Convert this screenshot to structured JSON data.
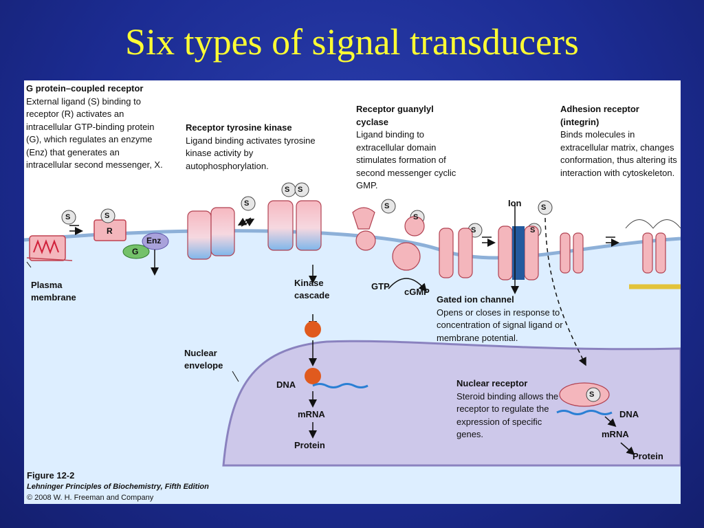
{
  "title": "Six types of signal transducers",
  "gpcr": {
    "heading": "G protein–coupled receptor",
    "body": "External ligand (S) binding to receptor (R) activates an intracellular GTP-binding protein (G), which regulates an enzyme (Enz) that generates an intracellular second messenger, X."
  },
  "rtk": {
    "heading": "Receptor tyrosine kinase",
    "body": "Ligand binding activates tyrosine kinase activity by autophosphorylation."
  },
  "guanylyl": {
    "heading": "Receptor guanylyl cyclase",
    "body": "Ligand binding to extracellular domain stimulates formation of second messenger cyclic GMP."
  },
  "adhesion": {
    "heading": "Adhesion receptor (integrin)",
    "body": "Binds molecules in extracellular matrix, changes conformation, thus altering its interaction with cytoskeleton."
  },
  "gated": {
    "heading": "Gated ion channel",
    "body": "Opens or closes in response to concentration of signal ligand or membrane potential."
  },
  "nuclear": {
    "heading": "Nuclear receptor",
    "body": "Steroid binding allows the receptor to regulate the expression of specific genes."
  },
  "labels": {
    "plasma_membrane": "Plasma membrane",
    "nuclear_envelope": "Nuclear envelope",
    "kinase_cascade": "Kinase cascade",
    "dna": "DNA",
    "mrna": "mRNA",
    "protein": "Protein",
    "gtp": "GTP",
    "cgmp": "cGMP",
    "ion": "Ion",
    "dna2": "DNA",
    "mrna2": "mRNA",
    "protein2": "Protein"
  },
  "glyphs": {
    "s": "S",
    "r": "R",
    "g": "G",
    "enz": "Enz"
  },
  "figure": {
    "number": "Figure 12-2",
    "source": "Lehninger Principles of Biochemistry, Fifth Edition",
    "copyright": "© 2008 W. H. Freeman and Company"
  },
  "colors": {
    "background": "#1c2c93",
    "title": "#ffff33",
    "cytoplasm": "#ddeeff",
    "nucleus": "#cdc8ea",
    "membrane": "#8db0d8",
    "receptor": "#f4b6bc",
    "kinase_node": "#e05a1e",
    "dna": "#2a7fd4"
  }
}
